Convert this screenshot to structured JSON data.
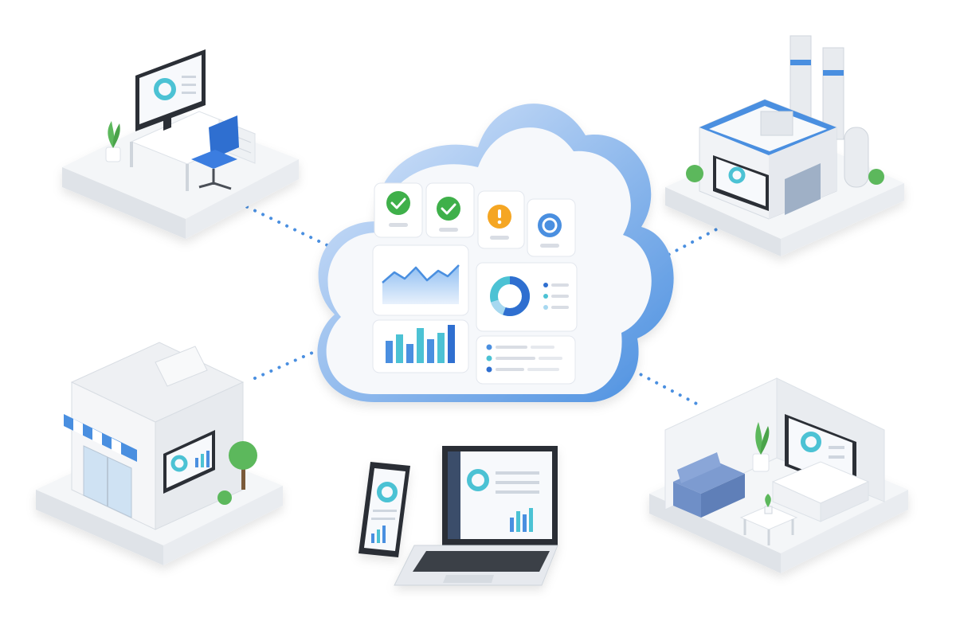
{
  "colors": {
    "accent_blue": "#4a8fe0",
    "deep_blue": "#2f6fd0",
    "teal": "#4cc2d4",
    "status_ok": "#3fb04a",
    "status_warn": "#f5a623",
    "platform": "#eef0f3",
    "plant_green": "#5cb85c",
    "sofa_blue": "#6f8fc7"
  },
  "cloud_dashboard": {
    "status_tiles": [
      {
        "icon": "check-circle-icon",
        "status": "ok"
      },
      {
        "icon": "check-circle-icon",
        "status": "ok"
      },
      {
        "icon": "warning-circle-icon",
        "status": "warning"
      },
      {
        "icon": "ring-circle-icon",
        "status": "info"
      }
    ],
    "panels": [
      "line-chart-icon",
      "donut-chart-icon",
      "bar-chart-icon",
      "list-icon"
    ]
  },
  "nodes": [
    {
      "id": "office",
      "icon": "office-desk-icon"
    },
    {
      "id": "factory",
      "icon": "factory-icon"
    },
    {
      "id": "store",
      "icon": "store-icon"
    },
    {
      "id": "devices",
      "icon": "laptop-phone-icon"
    },
    {
      "id": "home",
      "icon": "living-room-icon"
    }
  ]
}
